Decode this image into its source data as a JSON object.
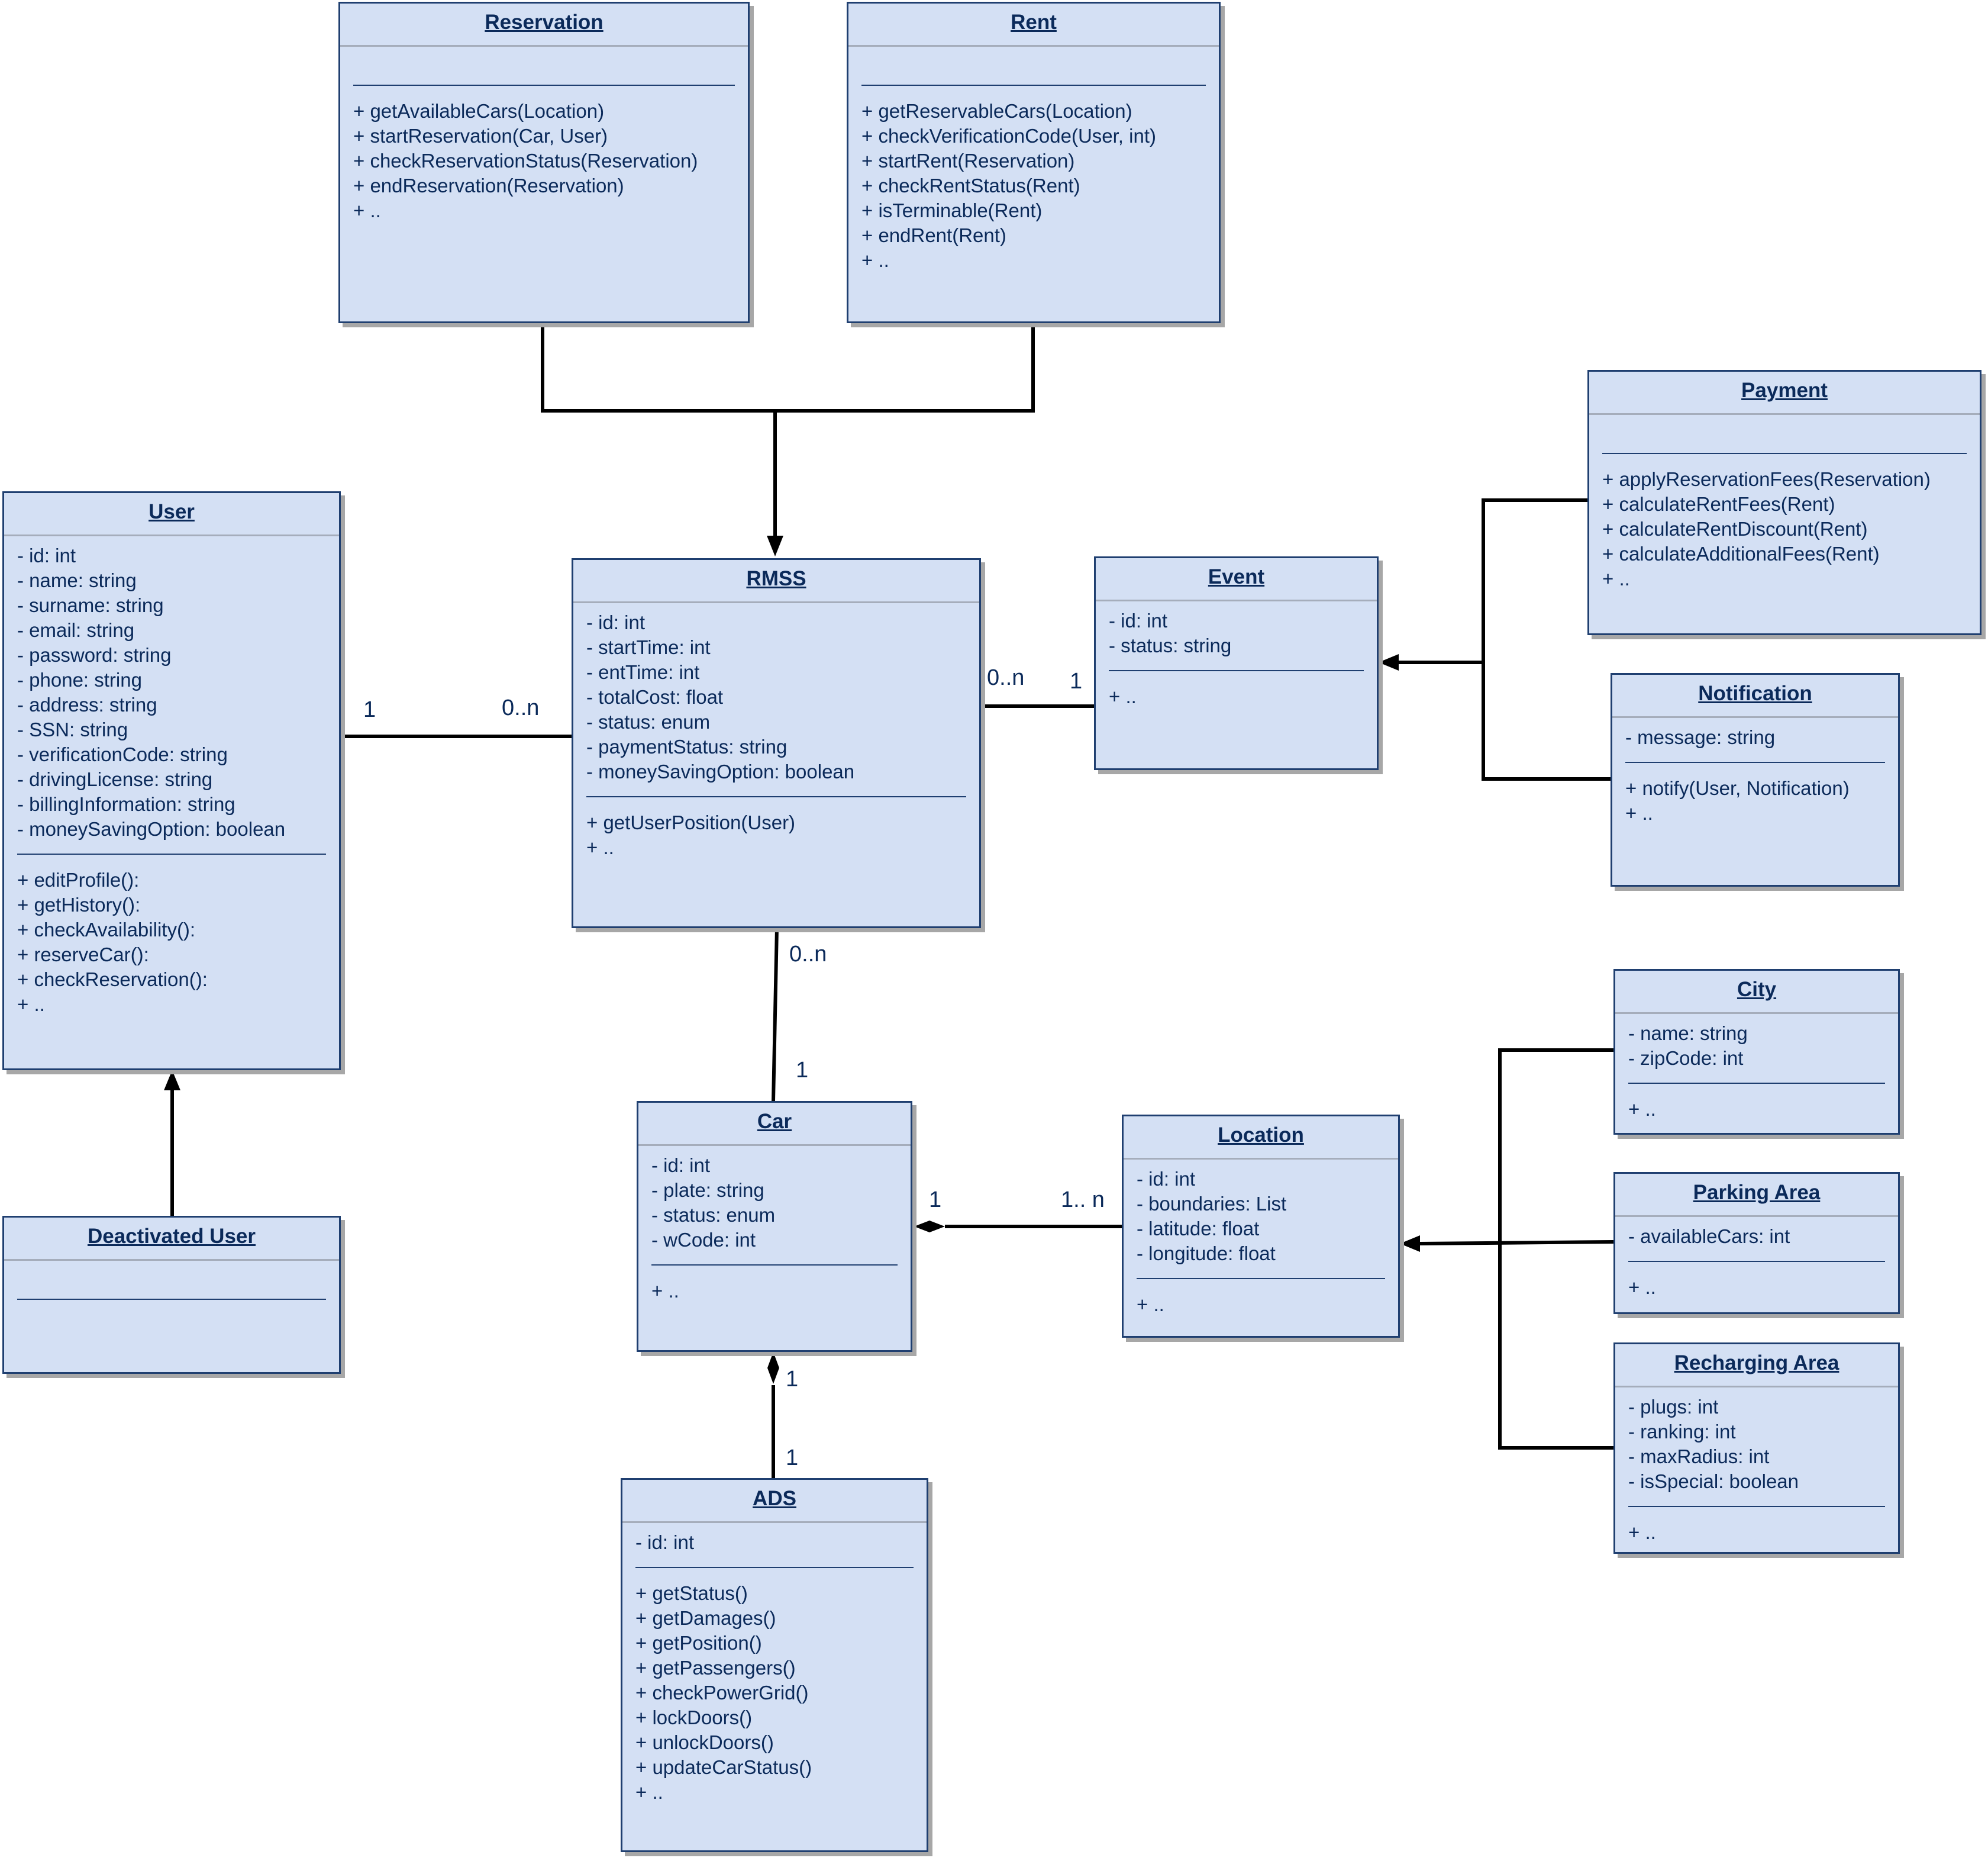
{
  "classes": {
    "reservation": {
      "name": "Reservation",
      "attributes": [],
      "operations": [
        "+ getAvailableCars(Location)",
        "+ startReservation(Car, User)",
        "+ checkReservationStatus(Reservation)",
        "+ endReservation(Reservation)",
        "+ .."
      ]
    },
    "rent": {
      "name": "Rent",
      "attributes": [],
      "operations": [
        "+ getReservableCars(Location)",
        "+ checkVerificationCode(User, int)",
        "+ startRent(Reservation)",
        "+ checkRentStatus(Rent)",
        "+ isTerminable(Rent)",
        "+ endRent(Rent)",
        "+ .."
      ]
    },
    "payment": {
      "name": "Payment",
      "attributes": [],
      "operations": [
        "+ applyReservationFees(Reservation)",
        "+ calculateRentFees(Rent)",
        "+ calculateRentDiscount(Rent)",
        "+ calculateAdditionalFees(Rent)",
        "+ .."
      ]
    },
    "user": {
      "name": "User",
      "attributes": [
        "- id: int",
        "- name: string",
        "- surname: string",
        "- email: string",
        "- password: string",
        "- phone: string",
        "- address: string",
        "- SSN: string",
        "- verificationCode: string",
        "- drivingLicense: string",
        "- billingInformation: string",
        "- moneySavingOption: boolean"
      ],
      "operations": [
        "+ editProfile():",
        "+ getHistory():",
        "+ checkAvailability():",
        "+ reserveCar():",
        "+ checkReservation():",
        "+ .."
      ]
    },
    "rmss": {
      "name": "RMSS",
      "attributes": [
        "- id: int",
        "- startTime: int",
        "- entTime: int",
        "- totalCost: float",
        "- status: enum",
        "- paymentStatus: string",
        "- moneySavingOption: boolean"
      ],
      "operations": [
        "+ getUserPosition(User)",
        "+ .."
      ]
    },
    "event": {
      "name": "Event",
      "attributes": [
        "- id: int",
        "- status: string"
      ],
      "operations": [
        "+ .."
      ]
    },
    "notification": {
      "name": "Notification",
      "attributes": [
        "- message: string"
      ],
      "operations": [
        "+ notify(User, Notification)",
        "+ .."
      ]
    },
    "city": {
      "name": "City",
      "attributes": [
        "- name: string",
        "- zipCode: int"
      ],
      "operations": [
        "+ .."
      ]
    },
    "car": {
      "name": "Car",
      "attributes": [
        "- id: int",
        "- plate: string",
        "- status: enum",
        "- wCode: int"
      ],
      "operations": [
        "+ .."
      ]
    },
    "location": {
      "name": "Location",
      "attributes": [
        "- id: int",
        "- boundaries: List",
        "- latitude: float",
        "- longitude: float"
      ],
      "operations": [
        "+ .."
      ]
    },
    "parking_area": {
      "name": "Parking Area",
      "attributes": [
        "- availableCars: int"
      ],
      "operations": [
        "+ .."
      ]
    },
    "deactivated_user": {
      "name": "Deactivated User",
      "attributes": [],
      "operations": []
    },
    "recharging_area": {
      "name": "Recharging Area",
      "attributes": [
        "- plugs: int",
        "- ranking: int",
        "- maxRadius: int",
        "- isSpecial: boolean"
      ],
      "operations": [
        "+ .."
      ]
    },
    "ads": {
      "name": "ADS",
      "attributes": [
        "- id: int"
      ],
      "operations": [
        "+ getStatus()",
        "+ getDamages()",
        "+ getPosition()",
        "+ getPassengers()",
        "+ checkPowerGrid()",
        "+ lockDoors()",
        "+ unlockDoors()",
        "+ updateCarStatus()",
        "+ .."
      ]
    }
  },
  "multiplicities": {
    "user_rmss_user": "1",
    "user_rmss_rmss": "0..n",
    "rmss_event_rmss": "0..n",
    "rmss_event_event": "1",
    "rmss_car_rmss": "0..n",
    "rmss_car_car": "1",
    "car_location_car": "1",
    "car_location_location": "1.. n",
    "car_ads_car": "1",
    "car_ads_ads": "1"
  }
}
